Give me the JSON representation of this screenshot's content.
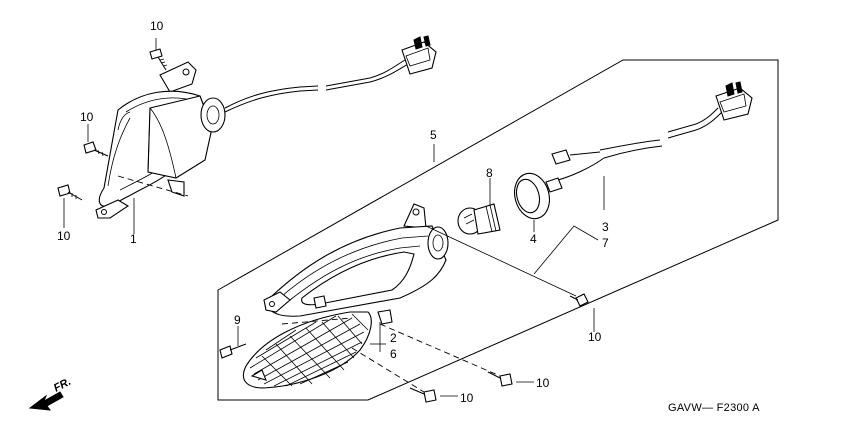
{
  "diagram": {
    "labels": {
      "l1": "1",
      "l2": "2",
      "l3": "3",
      "l4": "4",
      "l5": "5",
      "l6": "6",
      "l7": "7",
      "l8": "8",
      "l9": "9",
      "l10a": "10",
      "l10b": "10",
      "l10c": "10",
      "l10d": "10",
      "l10e": "10",
      "l10f": "10"
    },
    "direction": "FR.",
    "code": "GAVW— F2300 A"
  }
}
